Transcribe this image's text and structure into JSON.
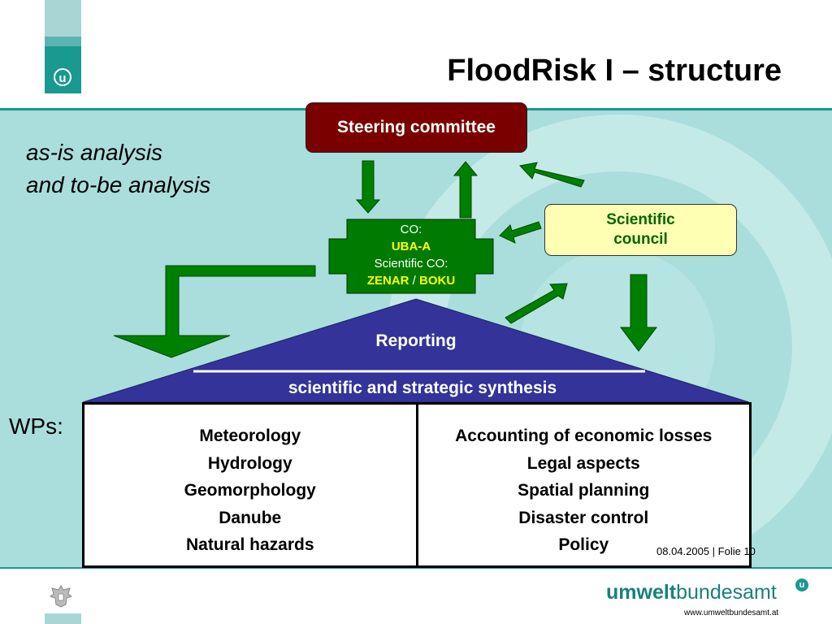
{
  "slide": {
    "title": "FloodRisk I – structure",
    "subtitle_lines": [
      "as-is analysis",
      "and to-be analysis"
    ]
  },
  "diagram": {
    "steering_committee": "Steering committee",
    "scientific_council_lines": [
      "Scientific",
      "council"
    ],
    "co_box": {
      "co_label": "CO:",
      "co_value": "UBA-A",
      "sci_co_label": "Scientific CO:",
      "sci_co_value_a": "ZENAR",
      "separator": "/",
      "sci_co_value_b": "BOKU"
    },
    "reporting": "Reporting",
    "synthesis": "scientific and strategic synthesis",
    "wps_label": "WPs:",
    "wp_left": [
      "Meteorology",
      "Hydrology",
      "Geomorphology",
      "Danube",
      "Natural hazards"
    ],
    "wp_right": [
      "Accounting of economic losses",
      "Legal aspects",
      "Spatial planning",
      "Disaster control",
      "Policy"
    ]
  },
  "footer": {
    "date_folie": "08.04.2005 | Folie 10",
    "brand_bold": "umwelt",
    "brand_rest": "bundesamt",
    "brand_mark": "u",
    "url": "www.umweltbundesamt.at"
  },
  "header": {
    "logo_mark": "u"
  },
  "colors": {
    "teal": "#1a9990",
    "background": "#a9dedd",
    "steering_fill": "#7a0000",
    "council_fill": "#ffffb3",
    "council_text": "#006600",
    "co_fill": "#007a00",
    "arrow_green": "#007a00",
    "pyramid_fill": "#333399",
    "highlight_yellow": "#ffff00"
  },
  "icons": [
    "umweltbundesamt-logo-icon",
    "austrian-eagle-icon",
    "arrow-icon"
  ]
}
